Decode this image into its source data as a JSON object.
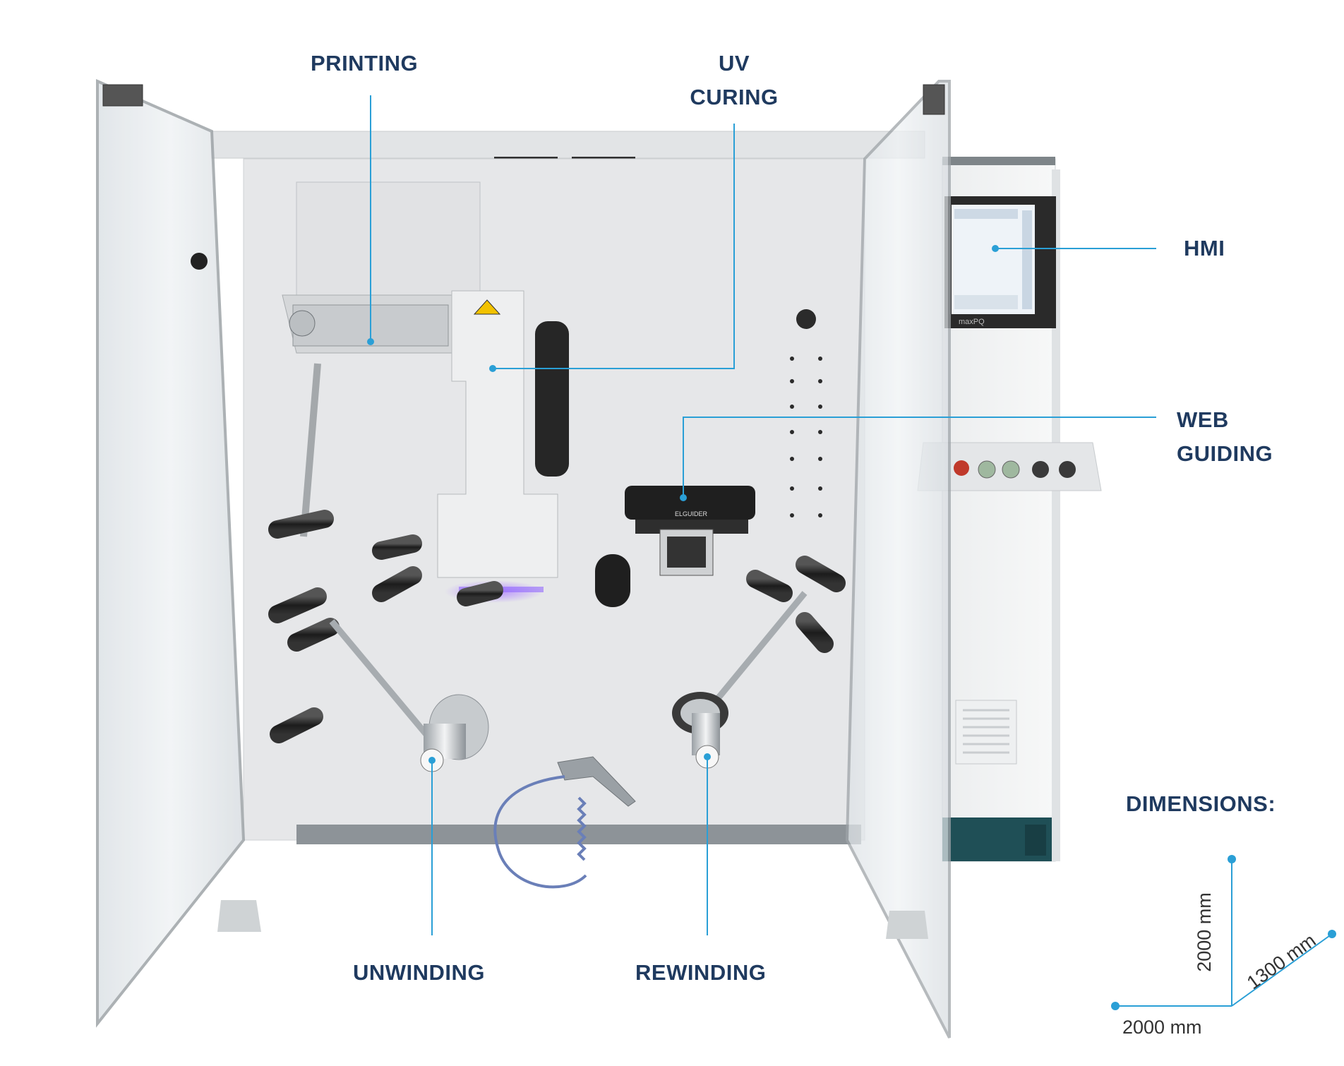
{
  "labels": {
    "printing": "PRINTING",
    "uv_curing": [
      "UV",
      "CURING"
    ],
    "hmi": "HMI",
    "web_guiding": [
      "WEB",
      "GUIDING"
    ],
    "unwinding": "UNWINDING",
    "rewinding": "REWINDING",
    "dimensions_title": "DIMENSIONS:"
  },
  "dimensions": {
    "height": "2000 mm",
    "width": "2000 mm",
    "depth": "1300 mm"
  },
  "machine": {
    "hmi_brand": "maxPQ",
    "guider_brand": "ELGUIDER"
  },
  "colors": {
    "label_text": "#1f3a5f",
    "callout_line": "#2a9fd6",
    "frame": "#d6d9dc",
    "panel": "#e9eaec",
    "dark_parts": "#2b2b2b",
    "uv_glow": "#8a5cff",
    "base_teal": "#1f4f56"
  }
}
